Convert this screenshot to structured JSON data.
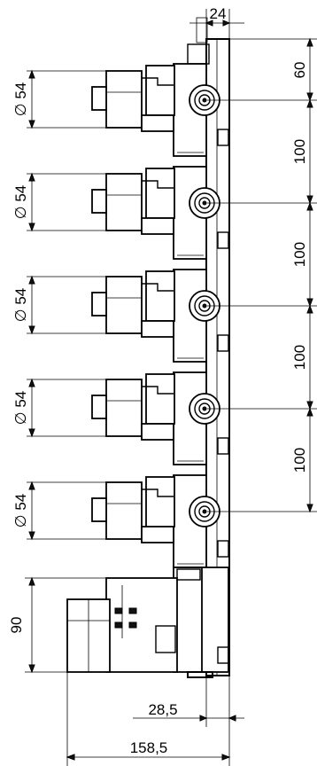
{
  "dimensions": {
    "top_width": "24",
    "right_first": "60",
    "right_spacings": [
      "100",
      "100",
      "100",
      "100"
    ],
    "diameters": [
      "∅ 54",
      "∅ 54",
      "∅ 54",
      "∅ 54",
      "∅ 54"
    ],
    "bottom_module_height": "90",
    "bottom_inner": "28,5",
    "bottom_total": "158,5"
  }
}
